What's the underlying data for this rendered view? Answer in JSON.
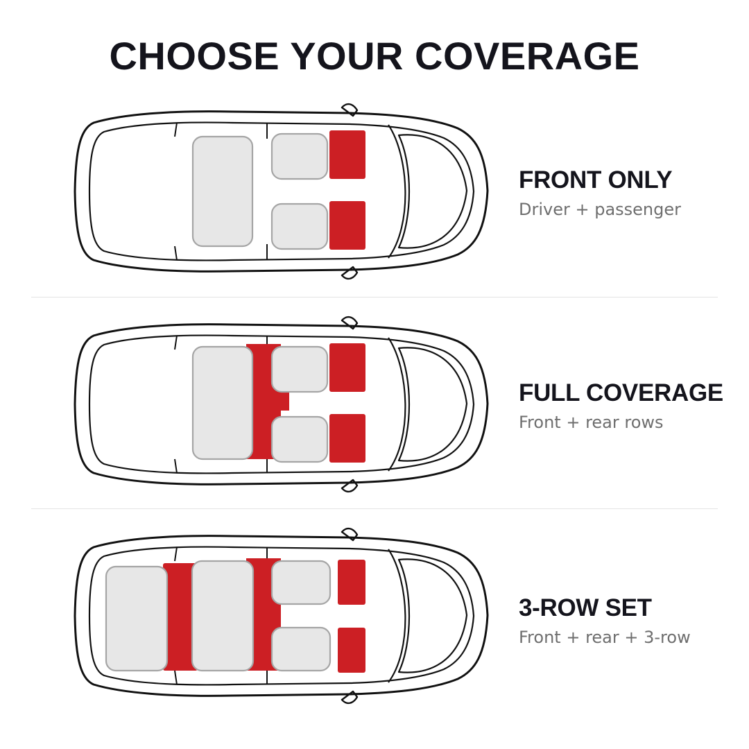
{
  "title": "CHOOSE YOUR COVERAGE",
  "accent_color": "#cc1f24",
  "seat_fill": "#e7e7e7",
  "seat_stroke": "#a5a5a5",
  "outline_color": "#111111",
  "options": [
    {
      "name": "FRONT ONLY",
      "description": "Driver + passenger",
      "covered_rows": [
        "front"
      ]
    },
    {
      "name": "FULL COVERAGE",
      "description": "Front + rear rows",
      "covered_rows": [
        "front",
        "rear"
      ]
    },
    {
      "name": "3-ROW SET",
      "description": "Front + rear + 3-row",
      "covered_rows": [
        "front",
        "rear",
        "third"
      ]
    }
  ]
}
